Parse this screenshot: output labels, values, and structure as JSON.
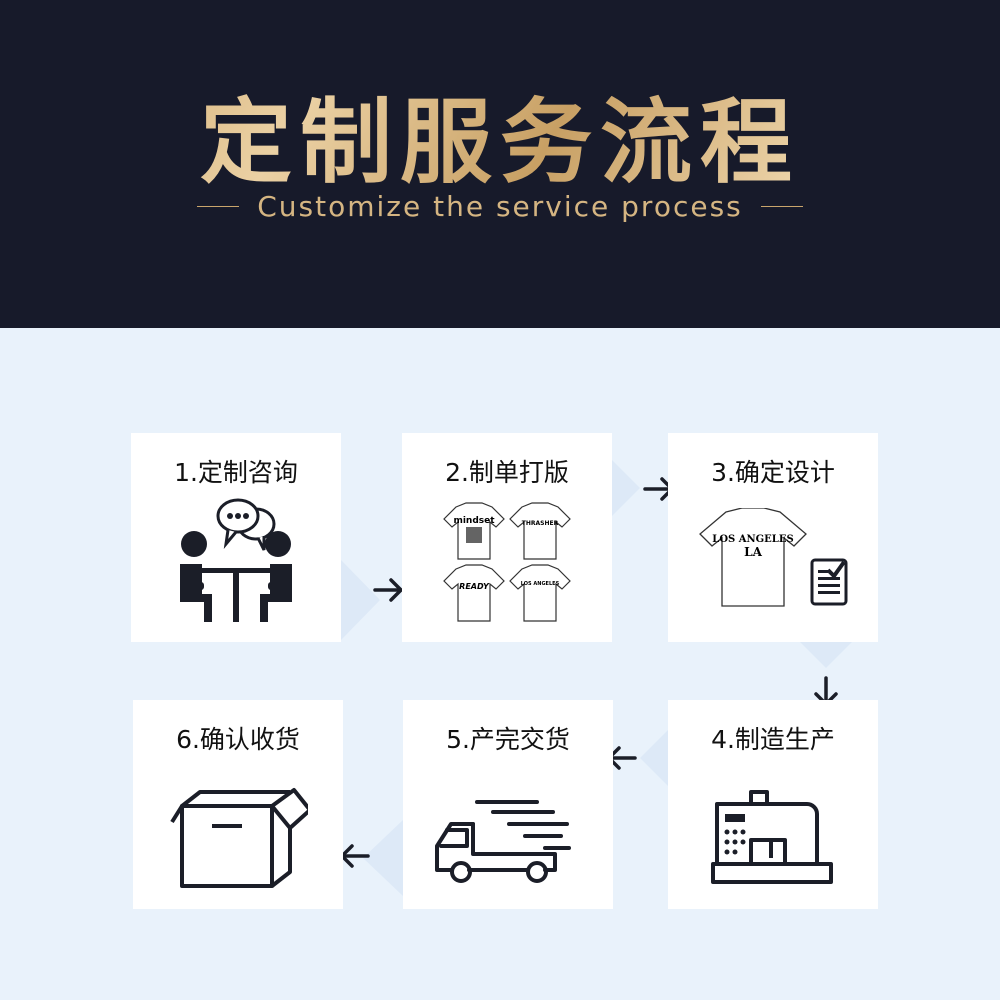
{
  "header": {
    "title": "定制服务流程",
    "subtitle": "Customize the service process"
  },
  "steps": [
    {
      "label": "1.定制咨询",
      "icon": "consultation-icon"
    },
    {
      "label": "2.制单打版",
      "icon": "tshirt-samples-icon"
    },
    {
      "label": "3.确定设计",
      "icon": "design-confirm-icon"
    },
    {
      "label": "4.制造生产",
      "icon": "sewing-machine-icon"
    },
    {
      "label": "5.产完交货",
      "icon": "delivery-truck-icon"
    },
    {
      "label": "6.确认收货",
      "icon": "box-icon"
    }
  ],
  "tshirt_prints": [
    "mindset",
    "THRASHER",
    "READY",
    "LOS ANGELES",
    "LA"
  ],
  "colors": {
    "header_bg": "#171a2a",
    "gold": "#d5b582",
    "page_bg": "#e9f2fb",
    "card_bg": "#ffffff",
    "arrow_panel": "#dde9f7"
  }
}
